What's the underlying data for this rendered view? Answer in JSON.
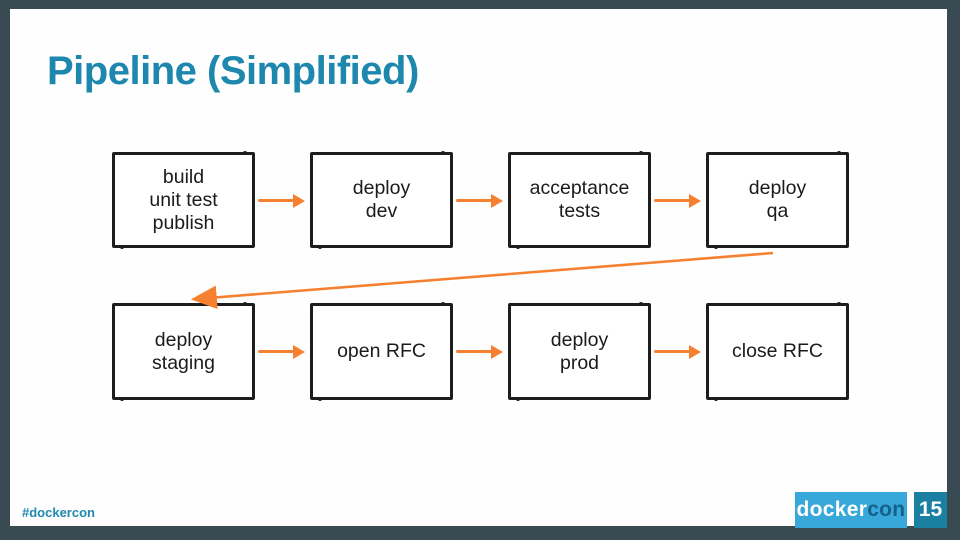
{
  "slide": {
    "title": "Pipeline (Simplified)"
  },
  "diagram": {
    "type": "flowchart",
    "nodes": [
      {
        "id": "build-unit-test-publish",
        "lines": [
          "build",
          "unit test",
          "publish"
        ]
      },
      {
        "id": "deploy-dev",
        "lines": [
          "deploy",
          "dev"
        ]
      },
      {
        "id": "acceptance-tests",
        "lines": [
          "acceptance",
          "tests"
        ]
      },
      {
        "id": "deploy-qa",
        "lines": [
          "deploy",
          "qa"
        ]
      },
      {
        "id": "deploy-staging",
        "lines": [
          "deploy",
          "staging"
        ]
      },
      {
        "id": "open-rfc",
        "lines": [
          "open RFC"
        ]
      },
      {
        "id": "deploy-prod",
        "lines": [
          "deploy",
          "prod"
        ]
      },
      {
        "id": "close-rfc",
        "lines": [
          "close RFC"
        ]
      }
    ],
    "edges": [
      {
        "from": "build-unit-test-publish",
        "to": "deploy-dev"
      },
      {
        "from": "deploy-dev",
        "to": "acceptance-tests"
      },
      {
        "from": "acceptance-tests",
        "to": "deploy-qa"
      },
      {
        "from": "deploy-qa",
        "to": "deploy-staging"
      },
      {
        "from": "deploy-staging",
        "to": "open-rfc"
      },
      {
        "from": "open-rfc",
        "to": "deploy-prod"
      },
      {
        "from": "deploy-prod",
        "to": "close-rfc"
      }
    ],
    "arrow_color": "#f58030",
    "box_border_color": "#1d1d1d"
  },
  "footer": {
    "hashtag": "#dockercon",
    "logo": {
      "part1": "docker",
      "part2": "con"
    },
    "page_number": "15"
  },
  "colors": {
    "title_teal": "#1d87ae",
    "frame_dark": "#3a4a52",
    "logo_blue": "#38a7d9",
    "page_box_teal": "#1b7fa2",
    "hashtag_teal": "#2089ae"
  }
}
